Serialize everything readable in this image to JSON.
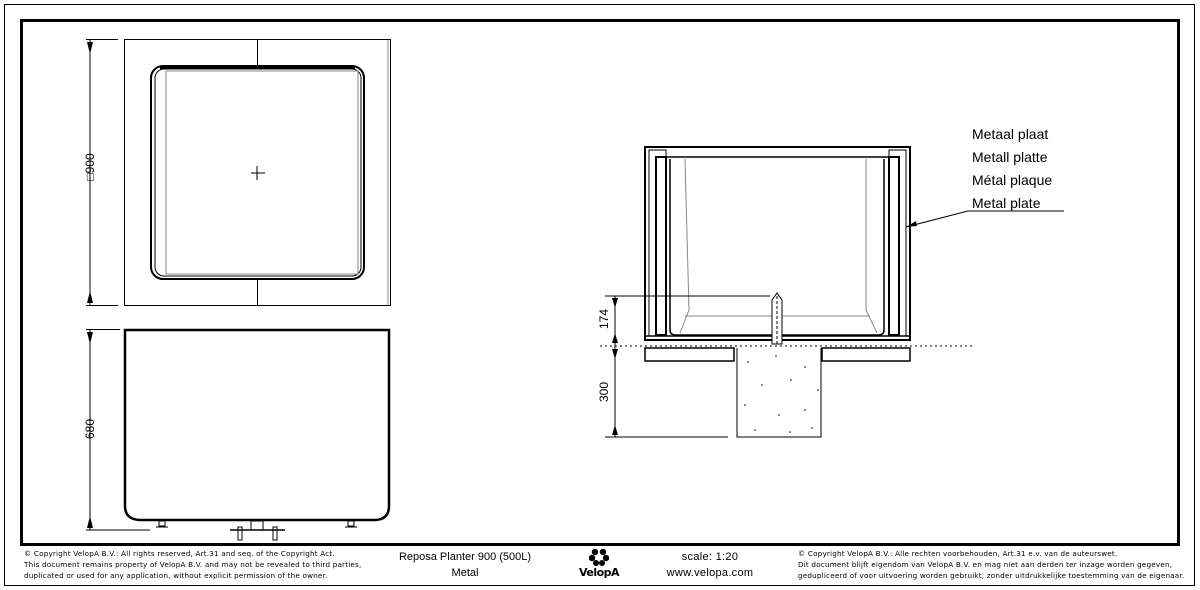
{
  "drawing": {
    "top_view": {
      "dimension_label": "□900"
    },
    "front_view": {
      "dimension_label": "680"
    },
    "section_view": {
      "dimension_upper": "174",
      "dimension_lower": "300",
      "material_callout": [
        "Metaal plaat",
        "Metall platte",
        "Métal plaque",
        "Metal plate"
      ]
    }
  },
  "title_block": {
    "copyright_en": [
      "© Copyright VelopA B.V.: All rights reserved, Art.31 and seq. of the Copyright Act.",
      "This document remains property of VelopA B.V. and may not be revealed to third parties,",
      "duplicated or used for any application, without explicit permission of the owner."
    ],
    "product_name": "Reposa Planter 900 (500L)",
    "material": "Metal",
    "logo_text": "VelopA",
    "scale": "scale: 1:20",
    "website": "www.velopa.com",
    "copyright_nl": [
      "© Copyright VelopA B.V.: Alle rechten voorbehouden, Art.31 e.v. van de auteurswet.",
      "Dit document blijft eigendom van VelopA B.V. en mag niet aan derden ter inzage worden gegeven,",
      "gedupliceerd of voor uitvoering worden gebruikt, zonder uitdrukkelijke toestemming van de eigenaar."
    ]
  },
  "colors": {
    "line": "#000000",
    "hidden_line": "#808080",
    "background": "#ffffff"
  }
}
